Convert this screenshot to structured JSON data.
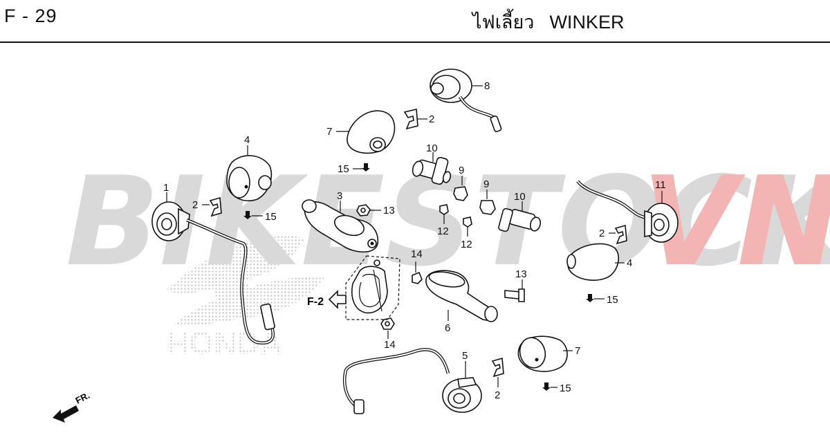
{
  "header": {
    "page_code": "F - 29",
    "title_thai": "ไฟเลี้ยว",
    "title_en": "WINKER"
  },
  "watermark": {
    "text_left": "BIKESTOCK",
    "text_right": "VN",
    "honda": "HONDA",
    "color_gray": "#d9d9d9",
    "color_red": "#f3b4b4"
  },
  "callouts": {
    "c1": "1",
    "c2a": "2",
    "c2b": "2",
    "c2c": "2",
    "c2d": "2",
    "c3": "3",
    "c4a": "4",
    "c4b": "4",
    "c5": "5",
    "c6": "6",
    "c7a": "7",
    "c7b": "7",
    "c8": "8",
    "c9a": "9",
    "c9b": "9",
    "c10a": "10",
    "c10b": "10",
    "c11": "11",
    "c12a": "12",
    "c12b": "12",
    "c13a": "13",
    "c13b": "13",
    "c14a": "14",
    "c14b": "14",
    "c15a": "15",
    "c15b": "15",
    "c15c": "15",
    "c15d": "15"
  },
  "refs": {
    "f2": "F-2",
    "fr": "FR."
  }
}
